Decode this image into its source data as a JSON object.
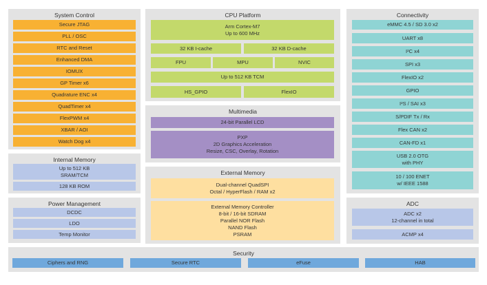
{
  "system_control": {
    "title": "System Control",
    "items": [
      "Secure JTAG",
      "PLL / OSC",
      "RTC and Reset",
      "Enhanced DMA",
      "IOMUX",
      "GP Timer x6",
      "Quadrature ENC x4",
      "QuadTimer x4",
      "FlexPWM x4",
      "XBAR / AOI",
      "Watch Dog x4"
    ]
  },
  "internal_memory": {
    "title": "Internal Memory",
    "sram": [
      "Up to 512 KB",
      "SRAM/TCM"
    ],
    "rom": "128 KB ROM"
  },
  "power_management": {
    "title": "Power Management",
    "items": [
      "DCDC",
      "LDO",
      "Temp Monitor"
    ]
  },
  "cpu_platform": {
    "title": "CPU Platform",
    "core": [
      "Arm Cortex-M7",
      "Up to 600 MHz"
    ],
    "icache": "32 KB I-cache",
    "dcache": "32 KB D-cache",
    "fpu": "FPU",
    "mpu": "MPU",
    "nvic": "NVIC",
    "tcm": "Up to 512 KB TCM",
    "hs_gpio": "HS_GPIO",
    "flexio": "FlexIO"
  },
  "multimedia": {
    "title": "Multimedia",
    "lcd": "24-bit Parallel LCD",
    "pxp": [
      "PXP",
      "2D Graphics Acceleration",
      "Resize, CSC, Overlay, Rotation"
    ]
  },
  "external_memory": {
    "title": "External Memory",
    "quadspi": [
      "Dual-channel QuadSPI",
      "Octal / HyperFlash / RAM x2"
    ],
    "controller": [
      "External Memory Controller",
      "8-bit / 16-bit SDRAM",
      "Parallel NOR Flash",
      "NAND Flash",
      "PSRAM"
    ]
  },
  "connectivity": {
    "title": "Connectivity",
    "items": [
      "eMMC 4.5 / SD 3.0 x2",
      "UART x8",
      "I²C x4",
      "SPI x3",
      "FlexIO x2",
      "GPIO",
      "I²S / SAI x3",
      "S/PDIF Tx / Rx",
      "Flex CAN x2",
      "CAN-FD x1"
    ],
    "usb": [
      "USB 2.0 OTG",
      "with PHY"
    ],
    "enet": [
      "10 / 100 ENET",
      "w/ IEEE 1588"
    ]
  },
  "adc": {
    "title": "ADC",
    "adc": [
      "ADC x2",
      "12-channel in total"
    ],
    "acmp": "ACMP x4"
  },
  "security": {
    "title": "Security",
    "items": [
      "Ciphers and RNG",
      "Secure RTC",
      "eFuse",
      "HAB"
    ]
  }
}
